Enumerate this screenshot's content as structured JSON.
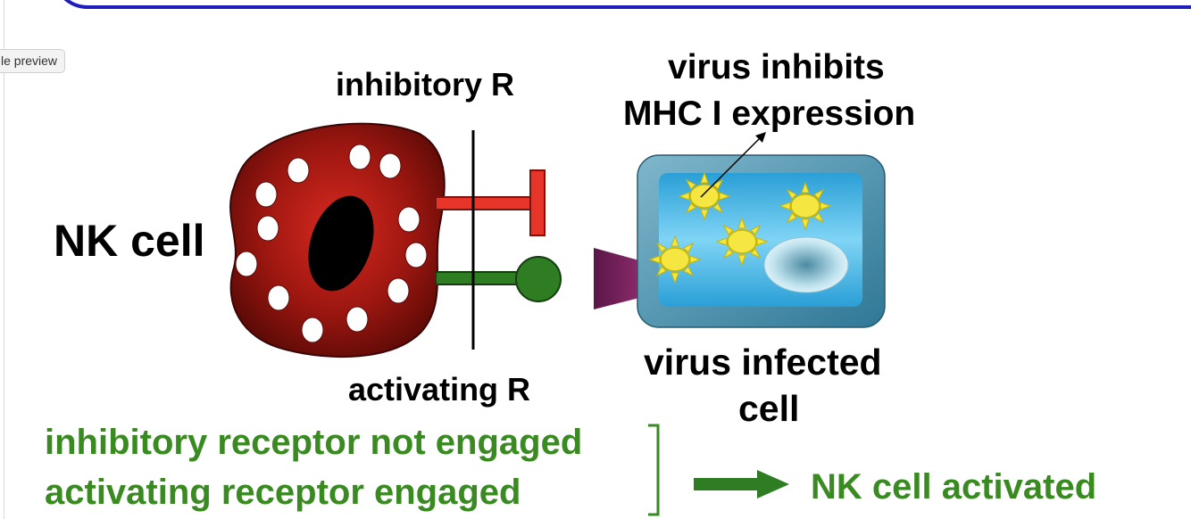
{
  "tooltip": {
    "text": "le preview"
  },
  "labels": {
    "inhibitory_receptor": "inhibitory R",
    "activating_receptor": "activating R",
    "nk_cell": "NK cell",
    "virus_inhibits_line1": "virus inhibits",
    "virus_inhibits_line2": "MHC I expression",
    "infected_line1": "virus infected",
    "infected_line2": "cell"
  },
  "summary": {
    "line1": "inhibitory receptor not engaged",
    "line2": "activating receptor engaged",
    "result": "NK cell activated"
  },
  "colors": {
    "frame": "#1e1ebe",
    "nk_cell": "#8a1212",
    "inhibitory_receptor": "#e8352a",
    "activating_receptor": "#2f7d22",
    "summary_text": "#3a8a22",
    "infected_cell": "#4a9ab8",
    "virus": "#f5e642",
    "mhc_triangle": "#6e1f55"
  },
  "icons": {
    "arrow": "right-arrow-icon",
    "bracket": "right-bracket-icon"
  }
}
